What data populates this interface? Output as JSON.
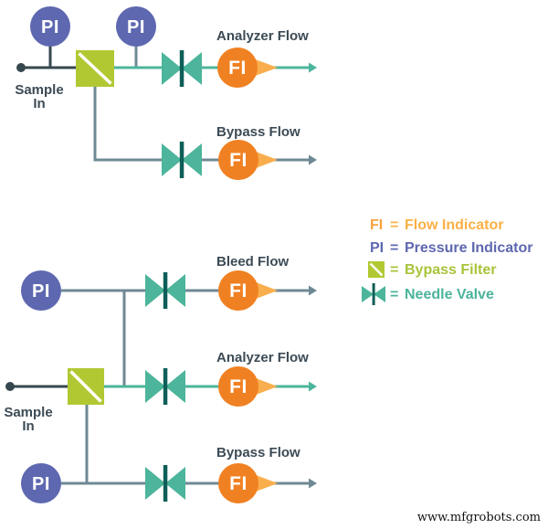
{
  "colors": {
    "purple": "#5E68B0",
    "orange": "#F08122",
    "orange_light": "#F9AE4D",
    "teal": "#4CB59B",
    "teal_dark": "#0E5F58",
    "green": "#B2C833",
    "dark": "#37474F",
    "gray": "#6F8994",
    "text_dark": "#3C4B55",
    "legend_orange": "#F5A23D",
    "legend_orange_light": "#FBB045",
    "legend_green": "#A8C43B",
    "legend_teal": "#4BB49B"
  },
  "top_diagram": {
    "sample_line1": "Sample",
    "sample_line2": "In",
    "pi1": "PI",
    "pi2": "PI",
    "analyzer": {
      "label": "Analyzer Flow",
      "fi": "FI"
    },
    "bypass": {
      "label": "Bypass Flow",
      "fi": "FI"
    }
  },
  "bottom_diagram": {
    "sample_line1": "Sample",
    "sample_line2": "In",
    "bleed": {
      "label": "Bleed Flow",
      "pi": "PI",
      "fi": "FI"
    },
    "analyzer": {
      "label": "Analyzer Flow",
      "fi": "FI"
    },
    "bypass": {
      "label": "Bypass Flow",
      "pi": "PI",
      "fi": "FI"
    }
  },
  "legend": {
    "equals": "=",
    "items": [
      {
        "symbol": "FI",
        "icon": "flow-indicator-icon",
        "label": "Flow Indicator"
      },
      {
        "symbol": "PI",
        "icon": "pressure-indicator-icon",
        "label": "Pressure Indicator"
      },
      {
        "symbol": "",
        "icon": "bypass-filter-icon",
        "label": "Bypass Filter"
      },
      {
        "symbol": "",
        "icon": "needle-valve-icon",
        "label": "Needle Valve"
      }
    ]
  },
  "watermark": "www.mfgrobots.com"
}
